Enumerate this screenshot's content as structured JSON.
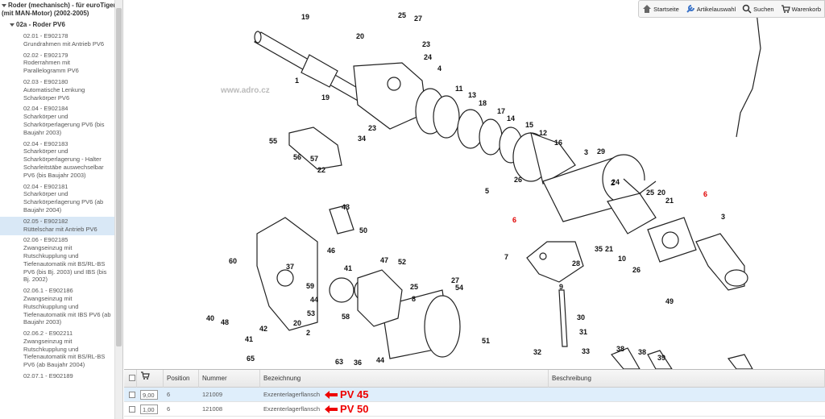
{
  "sidebar": {
    "root": "Roder (mechanisch) - für euroTiger (mit MAN-Motor) (2002-2005)",
    "sub": "02a - Roder PV6",
    "items": [
      {
        "code": "02.01 - E902178",
        "label": "Grundrahmen mit Antrieb PV6"
      },
      {
        "code": "02.02 - E902179",
        "label": "Roderrahmen mit Parallelogramm PV6"
      },
      {
        "code": "02.03 - E902180",
        "label": "Automatische Lenkung Scharkörper PV6"
      },
      {
        "code": "02.04 - E902184",
        "label": "Scharkörper und Scharkörperlagerung PV6 (bis Baujahr 2003)"
      },
      {
        "code": "02.04 - E902183",
        "label": "Scharkörper und Scharkörperlagerung - Halter Scharleitstäbe auswechselbar PV6 (bis Baujahr 2003)"
      },
      {
        "code": "02.04 - E902181",
        "label": "Scharkörper und Scharkörperlagerung PV6 (ab Baujahr 2004)"
      },
      {
        "code": "02.05 - E902182",
        "label": "Rüttelschar mit Antrieb PV6"
      },
      {
        "code": "02.06 - E902185",
        "label": "Zwangseinzug mit Rutschkupplung und Tiefenautomatik mit BS/RL-BS PV6 (bis Bj. 2003) und IBS (bis Bj. 2002)"
      },
      {
        "code": "02.06.1 - E902186",
        "label": "Zwangseinzug mit Rutschkupplung und Tiefenautomatik mit IBS PV6 (ab Baujahr 2003)"
      },
      {
        "code": "02.06.2 - E902211",
        "label": "Zwangseinzug mit Rutschkupplung und Tiefenautomatik mit BS/RL-BS PV6 (ab Baujahr 2004)"
      },
      {
        "code": "02.07.1 - E902189",
        "label": ""
      }
    ]
  },
  "toolbar": {
    "start": "Startseite",
    "articles": "Artikelauswahl",
    "search": "Suchen",
    "cart": "Warenkorb"
  },
  "diagram": {
    "watermark": "www.adro.cz",
    "highlight_color": "#e00000",
    "labels": [
      "19",
      "20",
      "25",
      "27",
      "23",
      "24",
      "1",
      "19",
      "4",
      "11",
      "13",
      "18",
      "17",
      "14",
      "15",
      "12",
      "16",
      "3",
      "29",
      "24",
      "23",
      "34",
      "55",
      "56",
      "57",
      "22",
      "5",
      "26",
      "2",
      "25",
      "20",
      "21",
      "6",
      "3",
      "6",
      "35",
      "21",
      "10",
      "26",
      "49",
      "43",
      "50",
      "46",
      "60",
      "37",
      "41",
      "59",
      "44",
      "47",
      "52",
      "25",
      "27",
      "54",
      "8",
      "7",
      "28",
      "9",
      "30",
      "31",
      "32",
      "33",
      "38",
      "38",
      "39",
      "40",
      "48",
      "53",
      "58",
      "51",
      "41",
      "42",
      "20",
      "2",
      "65",
      "63",
      "36",
      "44"
    ]
  },
  "grid": {
    "headers": {
      "position": "Position",
      "number": "Nummer",
      "name": "Bezeichnung",
      "description": "Beschreibung"
    },
    "rows": [
      {
        "qty": "9,00",
        "position": "6",
        "number": "121009",
        "name": "Exzenterlagerflansch",
        "note": "PV 45"
      },
      {
        "qty": "1,00",
        "position": "6",
        "number": "121008",
        "name": "Exzenterlagerflansch",
        "note": "PV 50"
      }
    ]
  }
}
